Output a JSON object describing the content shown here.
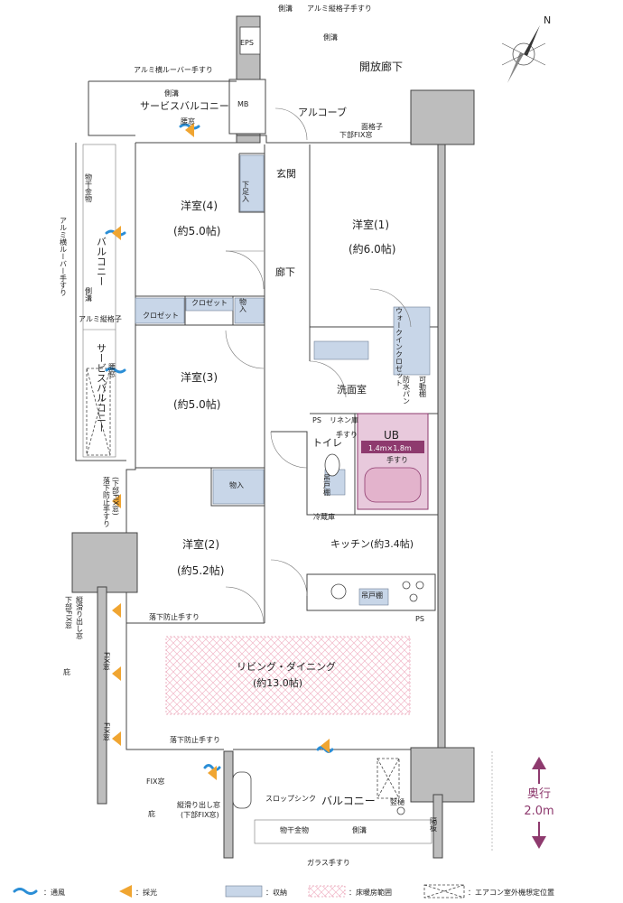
{
  "labels": {
    "gutter_top": "側溝",
    "alumi_railing_top": "アルミ縦格子手すり",
    "gutter_top2": "側溝",
    "eps": "EPS",
    "open_corridor": "開放廊下",
    "alumi_louver_top": "アルミ横ルーバー手すり",
    "gutter_service": "側溝",
    "service_balcony_top": "サービスバルコニー",
    "waist_window_top": "腰窓",
    "mb": "MB",
    "alcove": "アルコーブ",
    "lattice_window": "面格子",
    "lower_fix_window": "下部FIX窓",
    "shoe_storage": "下足入",
    "entrance": "玄関",
    "room4": "洋室(4)",
    "room4_size": "(約5.0帖)",
    "room1": "洋室(1)",
    "room1_size": "(約6.0帖)",
    "hallway": "廊下",
    "drying_rack": "物干金物",
    "balcony_left": "バルコニー",
    "gutter_left": "側溝",
    "alumi_railing_left": "アルミ縦格子",
    "alumi_louver_left": "アルミ横ルーバー手すり",
    "closet_a": "クロゼット",
    "closet_b": "クロゼット",
    "storage_a": "物入",
    "walk_in_closet": "ウォークインクロゼット",
    "room3": "洋室(3)",
    "room3_size": "(約5.0帖)",
    "service_balcony_left": "サービスバルコニー",
    "waist_window_left": "腰窓",
    "washroom": "洗面室",
    "waterproof_pan": "防水パン",
    "movable_shelf": "可動棚",
    "ps_a": "PS",
    "linen": "リネン庫",
    "handrail_a": "手すり",
    "toilet": "トイレ",
    "ub": "UB",
    "ub_size": "1.4m×1.8m",
    "handrail_b": "手すり",
    "hanging_shelf_a": "吊戸棚",
    "storage_b": "物入",
    "fall_guard_a": "落下防止手すり",
    "lower_fix_side": "(下部FIX窓)",
    "room2": "洋室(2)",
    "room2_size": "(約5.2帖)",
    "fridge": "冷蔵庫",
    "kitchen": "キッチン(約3.4帖)",
    "hanging_shelf_b": "吊戸棚",
    "ps_b": "PS",
    "sliding_window_a": "縦滑り出し窓",
    "lower_fix_a": "下部FIX窓",
    "fall_guard_b": "落下防止手すり",
    "eaves_a": "庇",
    "fix_window_a": "FIX窓",
    "living": "リビング・ダイニング",
    "living_size": "(約13.0帖)",
    "fix_window_b": "FIX窓",
    "fall_guard_c": "落下防止手すり",
    "fix_window_c": "FIX窓",
    "sliding_window_b": "縦滑り出し窓",
    "lower_fix_b": "(下部FIX窓)",
    "slop_sink": "スロップシンク",
    "balcony_bottom": "バルコニー",
    "drain": "竪樋",
    "drying_rack_b": "物干金物",
    "gutter_bottom": "側溝",
    "eaves_b": "庇",
    "glass_railing": "ガラス手すり",
    "wall_board": "隔板"
  },
  "depth": {
    "label": "奥行",
    "value": "2.0m"
  },
  "legend": {
    "ventilation": "：通風",
    "daylight": "：採光",
    "storage": "：収納",
    "floor_heating": "：床暖房範囲",
    "ac_unit": "：エアコン室外機想定位置"
  },
  "compass": {
    "north": "N"
  },
  "colors": {
    "storage": "#c8d6e8",
    "floor_heating": "#f2b8c8",
    "ub": "#e8c9dc",
    "accent": "#8e3a6e",
    "ventilation": "#2b8ed6",
    "daylight": "#f0a531",
    "wall": "#bdbdbd"
  }
}
